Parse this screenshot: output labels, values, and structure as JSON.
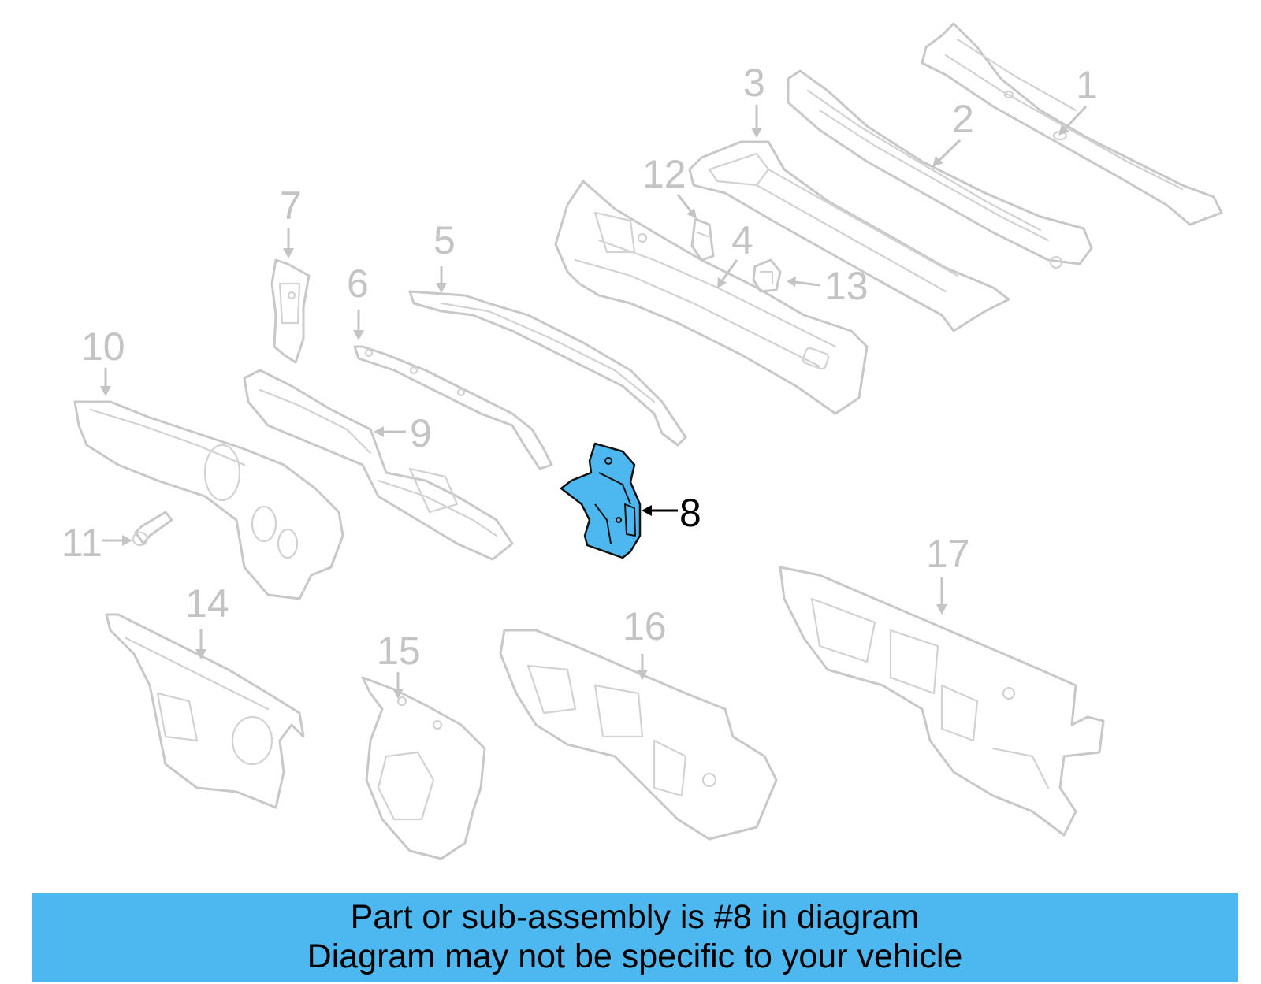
{
  "diagram": {
    "highlight_color": "#4db8f0",
    "callouts": {
      "c1": "1",
      "c2": "2",
      "c3": "3",
      "c4": "4",
      "c5": "5",
      "c6": "6",
      "c7": "7",
      "c8": "8",
      "c9": "9",
      "c10": "10",
      "c11": "11",
      "c12": "12",
      "c13": "13",
      "c14": "14",
      "c15": "15",
      "c16": "16",
      "c17": "17"
    },
    "highlighted_part": "8"
  },
  "banner": {
    "background": "#4db8f0",
    "line1": "Part or sub-assembly is #8 in diagram",
    "line2": "Diagram may not be specific to your vehicle"
  }
}
